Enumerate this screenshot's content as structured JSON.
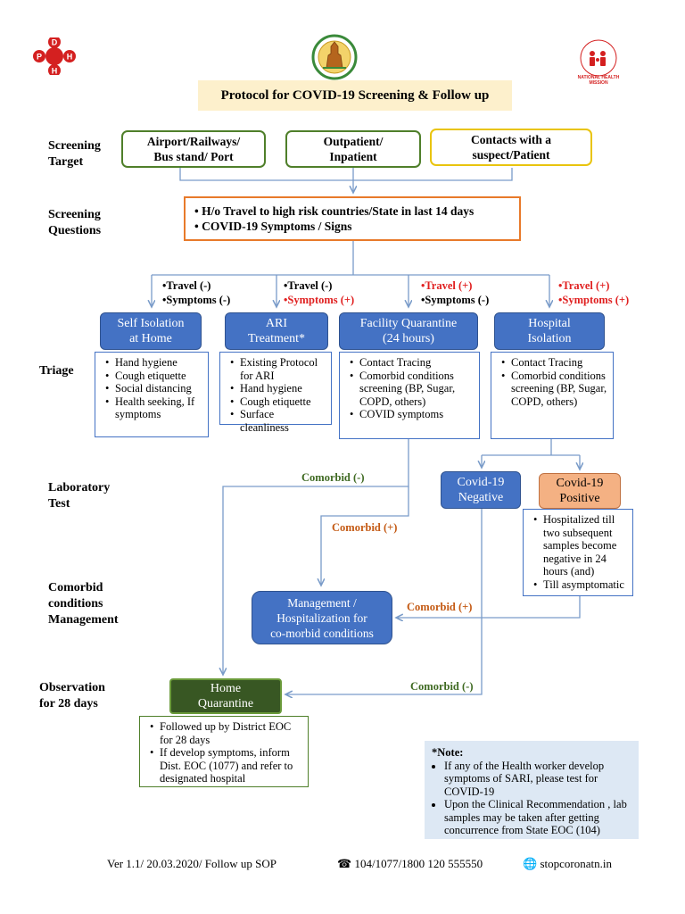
{
  "logos": {
    "left": "DPH",
    "center": "",
    "right": "NATIONAL HEALTH MISSION"
  },
  "title": "Protocol for COVID-19  Screening & Follow up",
  "row_labels": {
    "screening_target": "Screening\nTarget",
    "screening_questions": "Screening\nQuestions",
    "triage": "Triage",
    "laboratory_test": "Laboratory\nTest",
    "comorbid": "Comorbid\nconditions\nManagement",
    "observation": "Observation\nfor 28 days"
  },
  "targets": {
    "airport": "Airport/Railways/\nBus stand/ Port",
    "outpatient": "Outpatient/\nInpatient",
    "contacts": "Contacts with a\nsuspect/Patient"
  },
  "questions": {
    "q1": "• H/o Travel to high risk countries/State in last 14 days",
    "q2": "•  COVID-19 Symptoms / Signs"
  },
  "branches": {
    "b1": {
      "travel": "•Travel (-)",
      "symptoms": "•Symptoms (-)"
    },
    "b2": {
      "travel": "•Travel (-)",
      "symptoms": "•Symptoms (+)"
    },
    "b3": {
      "travel": "•Travel (+)",
      "symptoms": "•Symptoms (-)"
    },
    "b4": {
      "travel": "•Travel (+)",
      "symptoms": "•Symptoms (+)"
    }
  },
  "triage_boxes": {
    "self_isolation": "Self Isolation\nat Home",
    "ari": "ARI\nTreatment*",
    "facility": "Facility Quarantine\n(24 hours)",
    "hospital": "Hospital\nIsolation"
  },
  "triage_lists": {
    "self_isolation": [
      "Hand hygiene",
      "Cough etiquette",
      "Social distancing",
      "Health seeking, If symptoms"
    ],
    "ari": [
      "Existing Protocol for ARI",
      "Hand hygiene",
      "Cough etiquette",
      "Surface cleanliness"
    ],
    "facility": [
      "Contact Tracing",
      "Comorbid conditions screening (BP, Sugar, COPD, others)",
      "COVID symptoms"
    ],
    "hospital": [
      "Contact Tracing",
      "Comorbid conditions screening (BP, Sugar, COPD, others)"
    ]
  },
  "lab": {
    "negative": "Covid-19\nNegative",
    "positive": "Covid-19\nPositive",
    "positive_list": [
      "Hospitalized till two subsequent samples become negative in  24 hours (and)",
      "Till asymptomatic"
    ]
  },
  "edges": {
    "comorbid_neg_top": "Comorbid (-)",
    "comorbid_pos_left": "Comorbid (+)",
    "comorbid_pos_right": "Comorbid (+)",
    "comorbid_neg_bottom": "Comorbid (-)"
  },
  "management": "Management /\nHospitalization for\nco-morbid conditions",
  "home_quarantine": "Home\nQuarantine",
  "home_list": [
    "Followed up by District EOC for 28 days",
    "If develop symptoms, inform Dist. EOC (1077)  and  refer to designated hospital"
  ],
  "note": {
    "heading": "*Note:",
    "items": [
      "If any of the Health worker develop symptoms of SARI, please test for COVID-19",
      "Upon the Clinical Recommendation , lab samples may be taken after getting concurrence from State EOC (104)"
    ]
  },
  "footer": {
    "version": "Ver 1.1/ 20.03.2020/ Follow up SOP",
    "phone": "104/1077/1800 120 555550",
    "website": "stopcoronatn.in"
  },
  "colors": {
    "blue": "#4472c4",
    "green": "#4f7f2a",
    "yellow": "#e9c40e",
    "orange": "#e87a2a",
    "red": "#e02020",
    "home_green": "#385723",
    "positive_fill": "#f4b183",
    "note_bg": "#dde8f4"
  }
}
